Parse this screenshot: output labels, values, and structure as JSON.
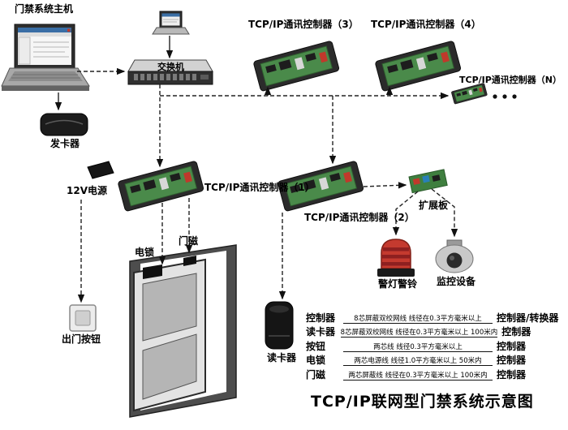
{
  "title": "TCP/IP联网型门禁系统示意图",
  "colors": {
    "pcb_green": "#4a8a4a",
    "alarm_red": "#c43a2f",
    "device_dark": "#2b2b2b",
    "wire": "#222222"
  },
  "labels": {
    "host": "门禁系统主机",
    "issuer": "发卡器",
    "switch": "交换机",
    "ctrl3": "TCP/IP通讯控制器（3）",
    "ctrl4": "TCP/IP通讯控制器（4）",
    "ctrlN": "TCP/IP通讯控制器（N）",
    "ctrl1": "TCP/IP通讯控制器（1）",
    "ctrl2": "TCP/IP通讯控制器（2）",
    "power": "12V电源",
    "expansion": "扩展板",
    "alarm": "警灯警铃",
    "camera": "监控设备",
    "lock": "电锁",
    "sensor": "门磁",
    "exit_button": "出门按钮",
    "reader": "读卡器"
  },
  "icons": {
    "host": "laptop-icon",
    "top_pc": "laptop-icon",
    "switch": "network-switch-icon",
    "issuer": "card-issuer-icon",
    "controller": "pcb-board-icon",
    "power": "power-adapter-icon",
    "expansion": "expansion-board-icon",
    "alarm": "alarm-beacon-icon",
    "camera": "dome-camera-icon",
    "door": "door-icon",
    "exit_button": "exit-button-icon",
    "reader": "card-reader-icon"
  },
  "legend": {
    "rows": [
      {
        "left": "控制器",
        "middle": "8芯屏蔽双绞网线  线径在0.3平方毫米以上",
        "right": "控制器/转换器"
      },
      {
        "left": "读卡器",
        "middle": "8芯屏蔽双绞网线  线径在0.3平方毫米以上  100米内",
        "right": "控制器"
      },
      {
        "left": "按钮",
        "middle": "两芯线  线径0.3平方毫米以上",
        "right": "控制器"
      },
      {
        "left": "电锁",
        "middle": "两芯电源线  线径1.0平方毫米以上  50米内",
        "right": "控制器"
      },
      {
        "left": "门磁",
        "middle": "两芯屏蔽线  线径在0.3平方毫米以上  100米内",
        "right": "控制器"
      }
    ]
  },
  "connections": [
    {
      "from": "门禁系统主机",
      "to": "发卡器"
    },
    {
      "from": "门禁系统主机",
      "to": "交换机"
    },
    {
      "from": "交换机",
      "to": "TCP/IP通讯控制器（1）"
    },
    {
      "from": "交换机",
      "to": "TCP/IP通讯控制器（2）"
    },
    {
      "from": "交换机",
      "to": "TCP/IP通讯控制器（3）"
    },
    {
      "from": "交换机",
      "to": "TCP/IP通讯控制器（4）"
    },
    {
      "from": "交换机",
      "to": "TCP/IP通讯控制器（N）"
    },
    {
      "from": "TCP/IP通讯控制器（1）",
      "to": "电锁"
    },
    {
      "from": "TCP/IP通讯控制器（1）",
      "to": "门磁"
    },
    {
      "from": "TCP/IP通讯控制器（1）",
      "to": "出门按钮"
    },
    {
      "from": "TCP/IP通讯控制器（2）",
      "to": "读卡器"
    },
    {
      "from": "TCP/IP通讯控制器（2）",
      "to": "扩展板"
    },
    {
      "from": "扩展板",
      "to": "警灯警铃"
    },
    {
      "from": "扩展板",
      "to": "监控设备"
    }
  ]
}
